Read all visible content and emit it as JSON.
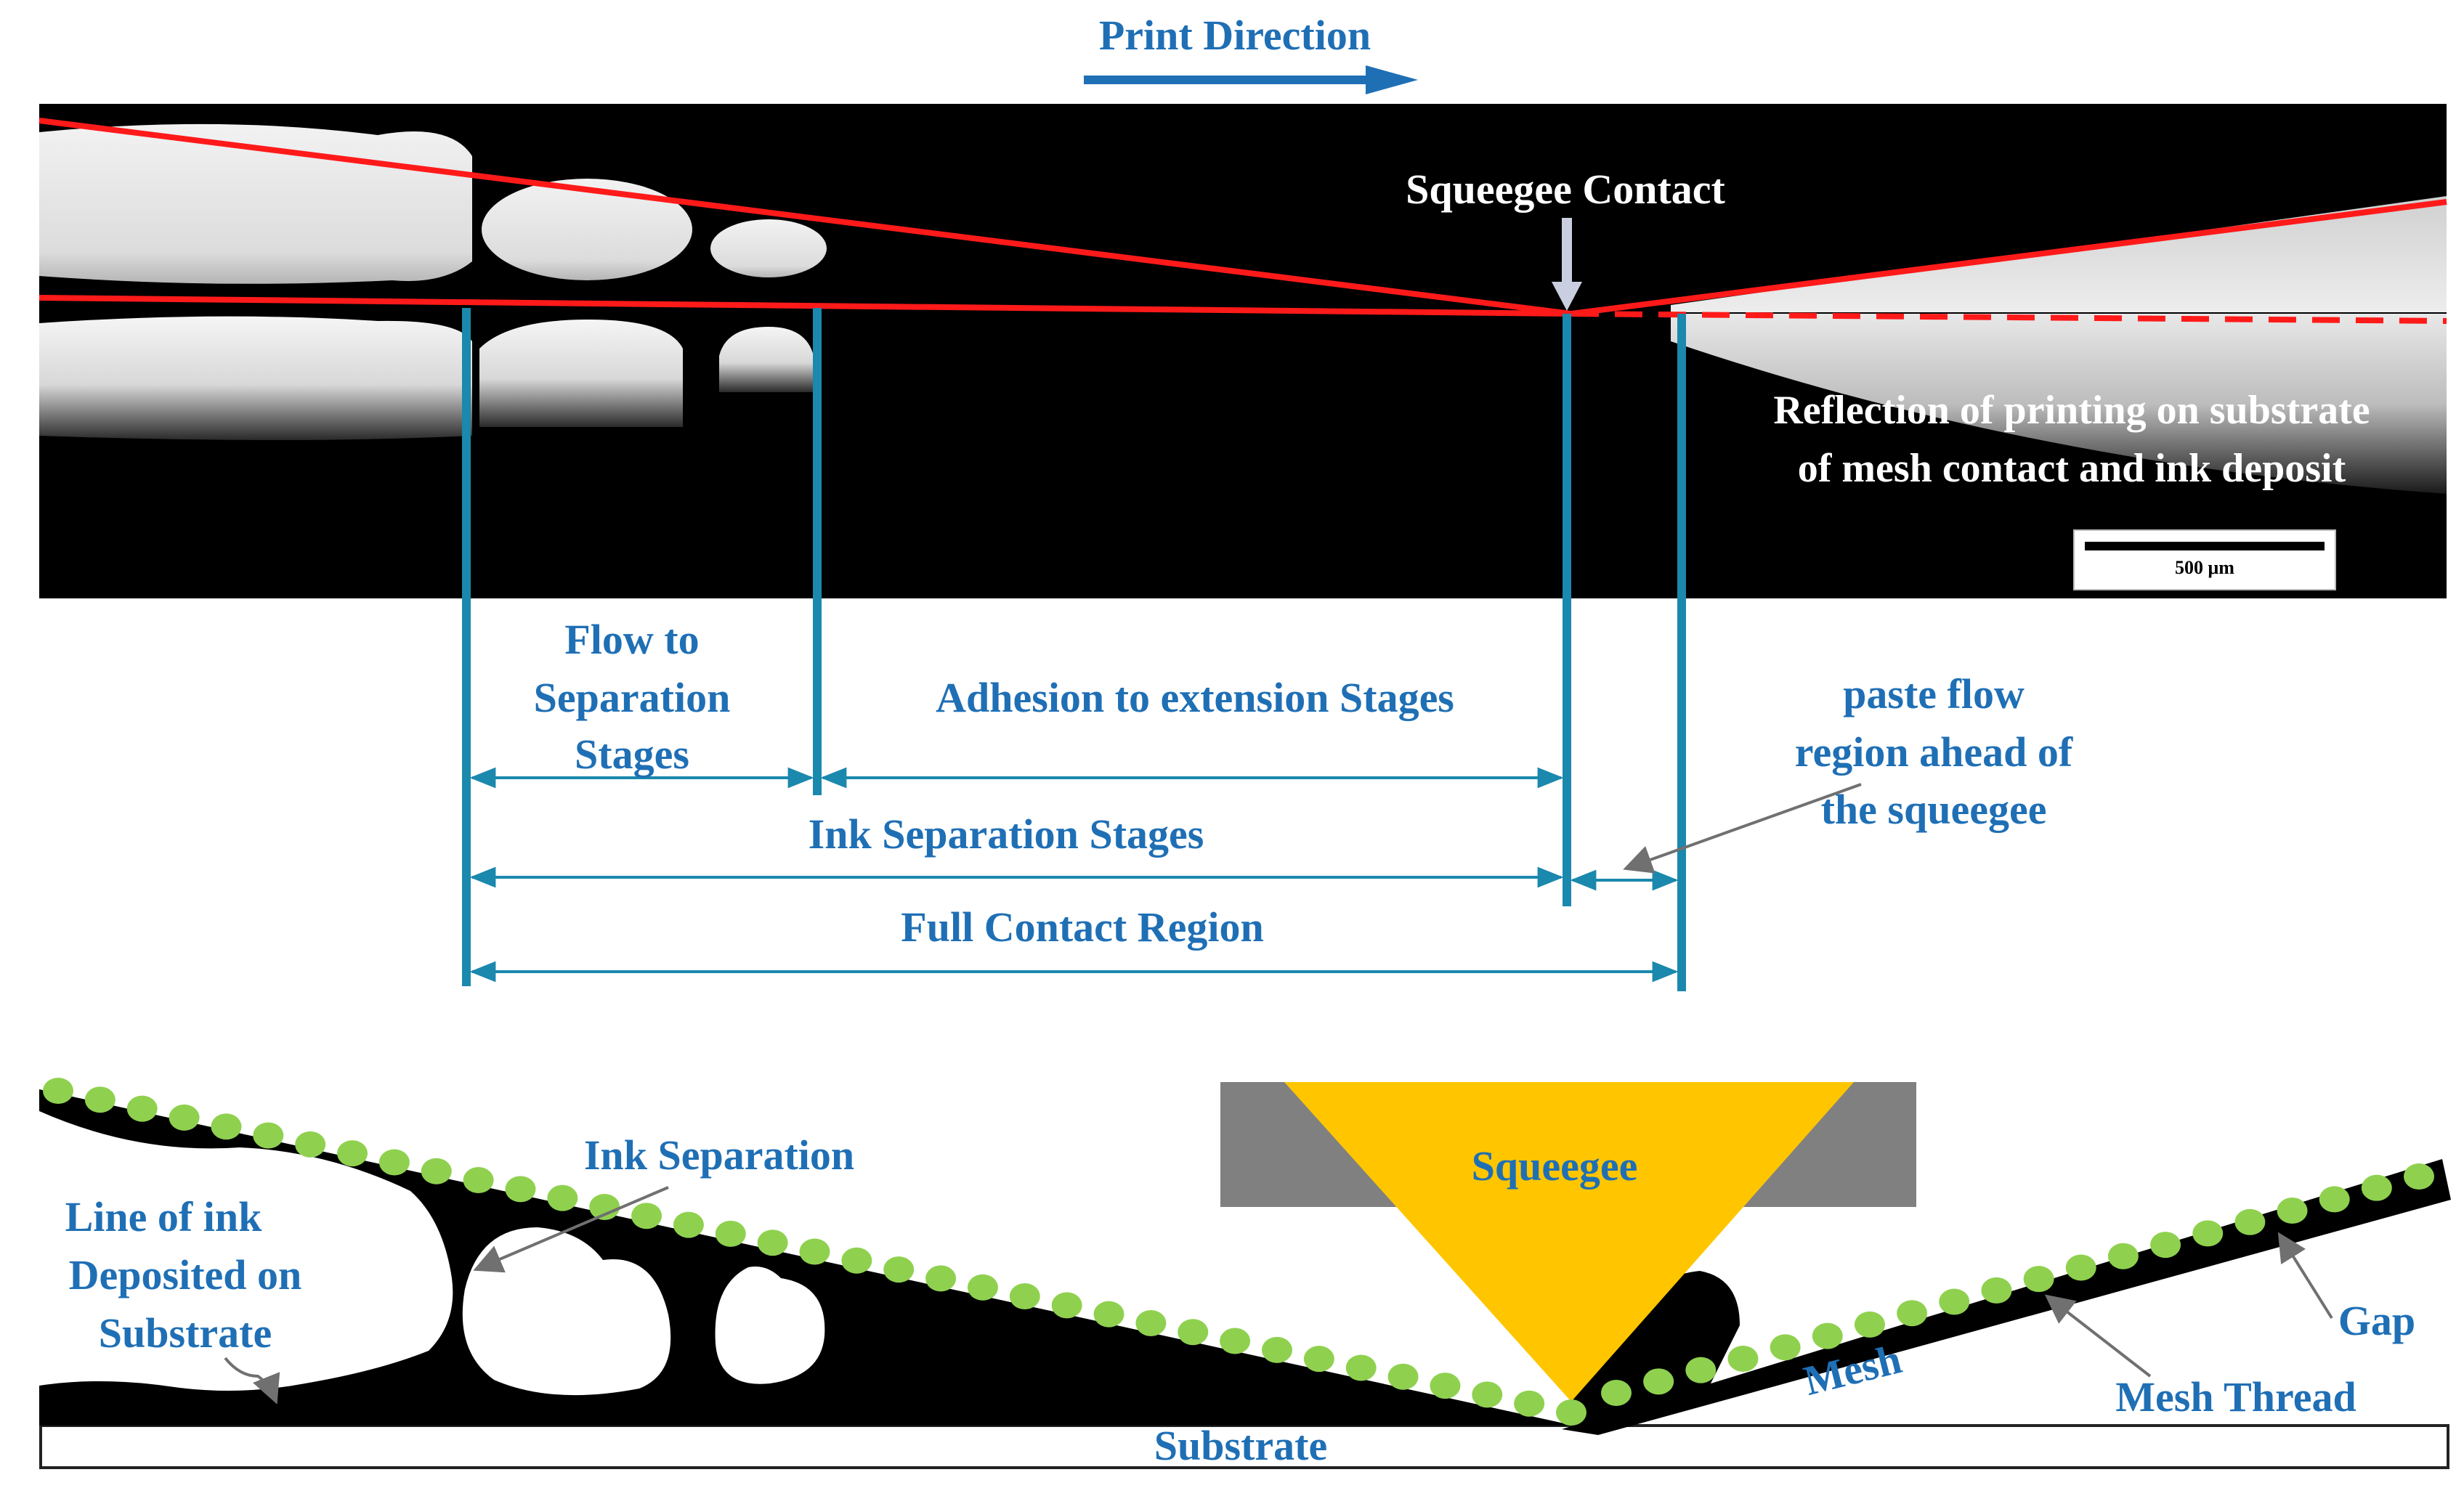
{
  "title": "Print Direction",
  "photo": {
    "squeegee_contact": "Squeegee Contact",
    "reflection_line1": "Reflection of printing  on substrate",
    "reflection_line2": "of mesh contact and ink deposit",
    "scale_bar": "500 μm"
  },
  "regions": {
    "flow_line1": "Flow to",
    "flow_line2": "Separation",
    "flow_line3": "Stages",
    "adhesion": "Adhesion to extension Stages",
    "ink_separation_stages": "Ink Separation Stages",
    "full_contact": "Full Contact Region",
    "paste_line1": "paste flow",
    "paste_line2": "region ahead of",
    "paste_line3": "the squeegee"
  },
  "schematic": {
    "ink_separation": "Ink Separation",
    "line_of_ink_1": "Line of ink",
    "line_of_ink_2": "Deposited on",
    "line_of_ink_3": "Substrate",
    "squeegee": "Squeegee",
    "mesh": "Mesh",
    "mesh_thread": "Mesh Thread",
    "gap": "Gap",
    "substrate": "Substrate"
  },
  "colors": {
    "label_blue": "#1f6fb5",
    "marker_teal": "#1b88ad",
    "contact_line_red": "#ff1a1a",
    "squeegee_yellow": "#ffc600",
    "holder_gray": "#808080",
    "mesh_thread_green": "#8fd14f",
    "photo_background": "#000000"
  }
}
